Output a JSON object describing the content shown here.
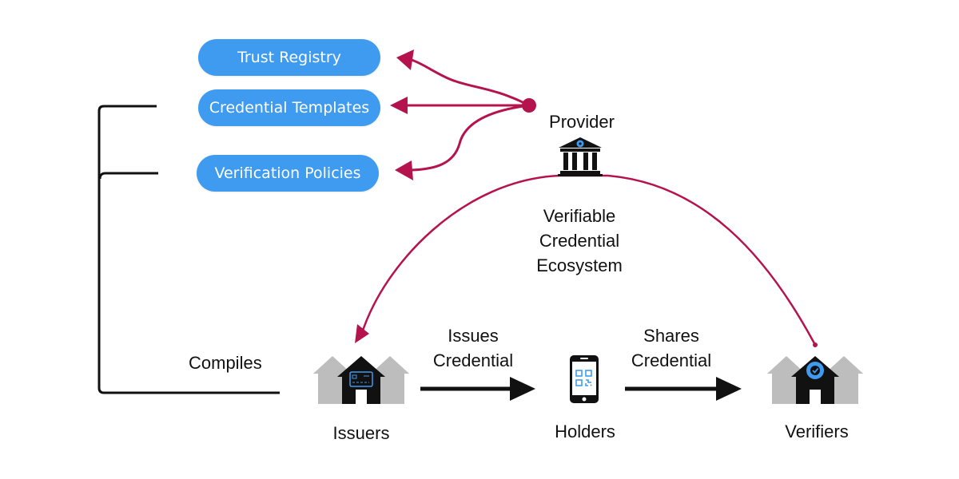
{
  "colors": {
    "pill_blue": "#3f9bf0",
    "accent_crimson": "#b5134e",
    "icon_black": "#111111",
    "icon_gray": "#bdbdbd",
    "icon_blue": "#3f9bf0"
  },
  "components": {
    "trust_registry": "Trust Registry",
    "credential_templates": "Credential Templates",
    "verification_policies": "Verification Policies"
  },
  "provider": {
    "label": "Provider",
    "icon": "bank-building-icon"
  },
  "ecosystem": {
    "line1": "Verifiable",
    "line2": "Credential",
    "line3": "Ecosystem"
  },
  "compiles_label": "Compiles",
  "actors": {
    "issuers": {
      "label": "Issuers",
      "icon": "house-credential-card-icon"
    },
    "holders": {
      "label": "Holders",
      "icon": "smartphone-qr-code-icon"
    },
    "verifiers": {
      "label": "Verifiers",
      "icon": "house-verified-badge-icon"
    }
  },
  "flows": {
    "issues": {
      "line1": "Issues",
      "line2": "Credential"
    },
    "shares": {
      "line1": "Shares",
      "line2": "Credential"
    }
  }
}
